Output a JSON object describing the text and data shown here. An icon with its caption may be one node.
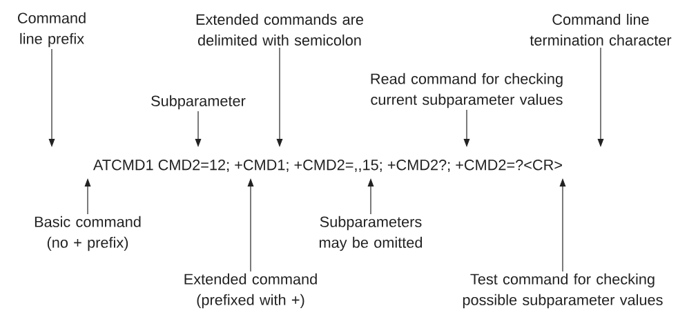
{
  "diagram": {
    "nodes": [
      {
        "text": [
          "Command line prefix"
        ]
      },
      {
        "text": [
          "Subparameter"
        ]
      },
      {
        "text": [
          "Extended commands are delimited with semicolon"
        ]
      },
      {
        "text": [
          "Read command for checking current subparameter values"
        ]
      },
      {
        "text": [
          "Command line termination character"
        ]
      },
      {
        "text": [
          "Basic command (no + prefix)"
        ]
      },
      {
        "text": [
          "Extended command (prefixed with +)"
        ]
      },
      {
        "text": [
          "Subparameters may be omitted"
        ]
      },
      {
        "text": [
          "Test command for checking possible subparameter values"
        ]
      }
    ],
    "edges": [
      {
        "from": 0,
        "to": null,
        "arrow": "to"
      },
      {
        "from": 1,
        "to": null,
        "arrow": "to"
      },
      {
        "from": 2,
        "to": null,
        "arrow": "to"
      },
      {
        "from": 3,
        "to": null,
        "arrow": "to"
      },
      {
        "from": 4,
        "to": null,
        "arrow": "to"
      },
      {
        "from": 5,
        "to": null,
        "arrow": "to"
      },
      {
        "from": 6,
        "to": null,
        "arrow": "to"
      },
      {
        "from": 7,
        "to": null,
        "arrow": "to"
      },
      {
        "from": 8,
        "to": null,
        "arrow": "to"
      }
    ],
    "labels": [
      "ATCMD1 CMD2=12; +CMD1; +CMD2=,,15; +CMD2?; +CMD2=?<CR>"
    ]
  }
}
